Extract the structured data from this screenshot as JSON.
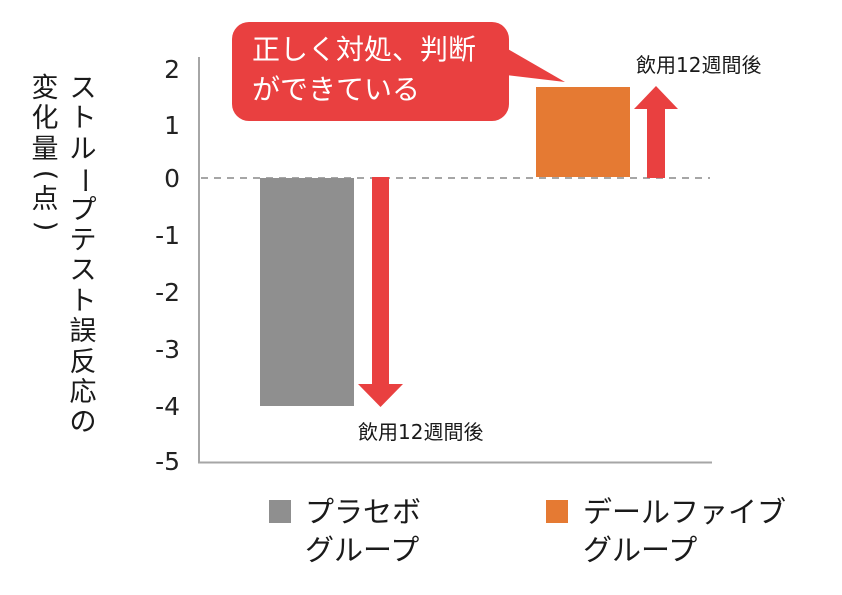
{
  "chart_data": {
    "type": "bar",
    "title": "",
    "ylabel": "ストループテスト誤反応の変化量(点)",
    "xlabel": "",
    "ylim": [
      -5,
      2
    ],
    "yticks": [
      "2",
      "1",
      "0",
      "-1",
      "-2",
      "-3",
      "-4",
      "-5"
    ],
    "grid": false,
    "baseline": 0,
    "categories": [
      "プラセボグループ",
      "デールファイブグループ"
    ],
    "values": [
      -4.0,
      1.6
    ],
    "series": [
      {
        "name": "プラセボグループ",
        "values": [
          -4.0
        ],
        "color": "#8F8F8F"
      },
      {
        "name": "デールファイブグループ",
        "values": [
          1.6
        ],
        "color": "#E57A33"
      }
    ],
    "annotations": [
      {
        "text": "飲用12週間後",
        "target": "プラセボグループ",
        "arrow": "down"
      },
      {
        "text": "飲用12週間後",
        "target": "デールファイブグループ",
        "arrow": "up"
      },
      {
        "text": "正しく対処、判断ができている",
        "type": "callout",
        "target": "デールファイブグループ"
      }
    ],
    "legend_position": "bottom"
  },
  "ylabel": {
    "col1": [
      "ス",
      "ト",
      "ル",
      "ー",
      "プ",
      "テ",
      "ス",
      "ト",
      "誤",
      "反",
      "応",
      "の"
    ],
    "col2": [
      "変",
      "化",
      "量",
      "(",
      "点",
      ")"
    ]
  },
  "yticks": [
    "2",
    "1",
    "0",
    "-1",
    "-2",
    "-3",
    "-4",
    "-5"
  ],
  "callout": {
    "line1": "正しく対処、判断",
    "line2": "ができている"
  },
  "notes": {
    "placebo": "飲用12週間後",
    "dale": "飲用12週間後"
  },
  "legend": {
    "placebo": {
      "line1": "プラセボ",
      "line2": "グループ"
    },
    "dale": {
      "line1": "デールファイブ",
      "line2": "グループ"
    }
  },
  "colors": {
    "placebo": "#8F8F8F",
    "dale": "#E57A33",
    "arrow": "#E94040",
    "callout": "#E94040",
    "axis": "#A6A6A6",
    "zero_line": "#A6A6A6"
  }
}
